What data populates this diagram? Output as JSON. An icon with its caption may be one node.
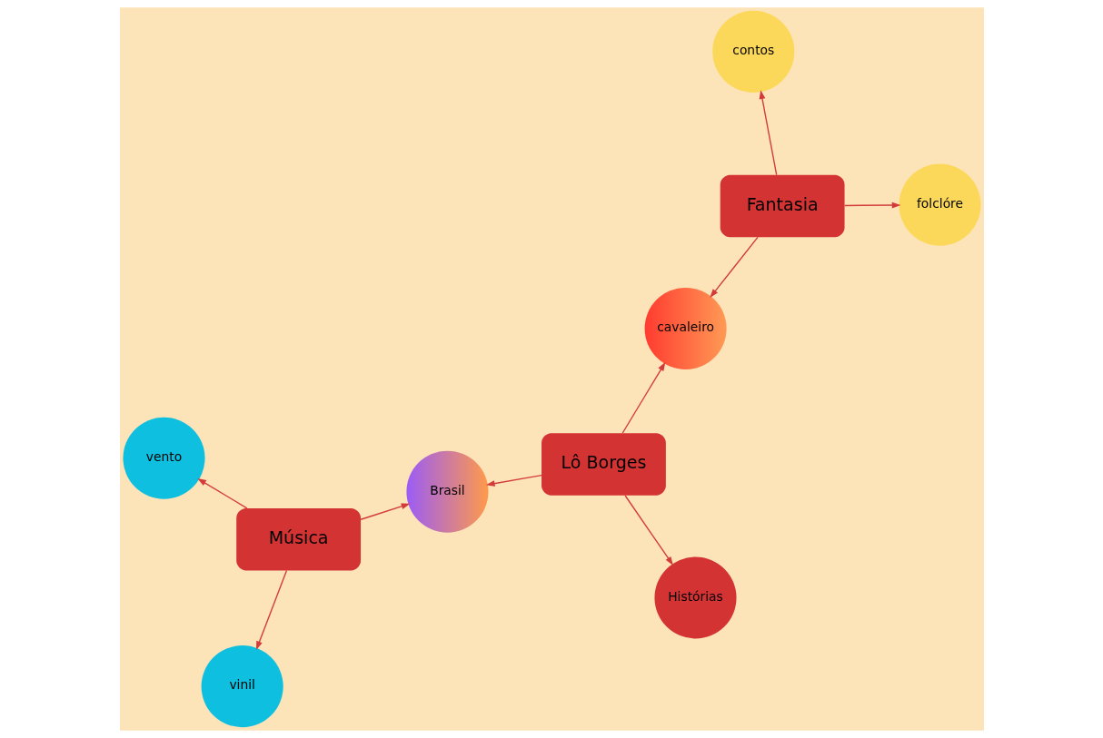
{
  "diagram": {
    "nodes": [
      {
        "text": [
          "vento"
        ]
      },
      {
        "text": [
          "folclóre"
        ]
      },
      {
        "text": [
          "vinil"
        ]
      },
      {
        "text": [
          "Música"
        ]
      },
      {
        "text": [
          "Fantasia"
        ]
      },
      {
        "text": [
          "contos"
        ]
      },
      {
        "text": [
          "Lô Borges"
        ]
      },
      {
        "text": [
          "Brasil"
        ]
      },
      {
        "text": [
          "cavaleiro"
        ]
      },
      {
        "text": [
          "Histórias"
        ]
      }
    ],
    "edges": [
      {
        "from": 3,
        "to": 0,
        "arrow": "to"
      },
      {
        "from": 3,
        "to": 2,
        "arrow": "to"
      },
      {
        "from": 3,
        "to": 7,
        "arrow": "to"
      },
      {
        "from": 4,
        "to": 1,
        "arrow": "to"
      },
      {
        "from": 4,
        "to": 5,
        "arrow": "to"
      },
      {
        "from": 4,
        "to": 8,
        "arrow": "to"
      },
      {
        "from": 6,
        "to": 7,
        "arrow": "to"
      },
      {
        "from": 6,
        "to": 8,
        "arrow": "to"
      },
      {
        "from": 6,
        "to": 9,
        "arrow": "to"
      }
    ]
  }
}
